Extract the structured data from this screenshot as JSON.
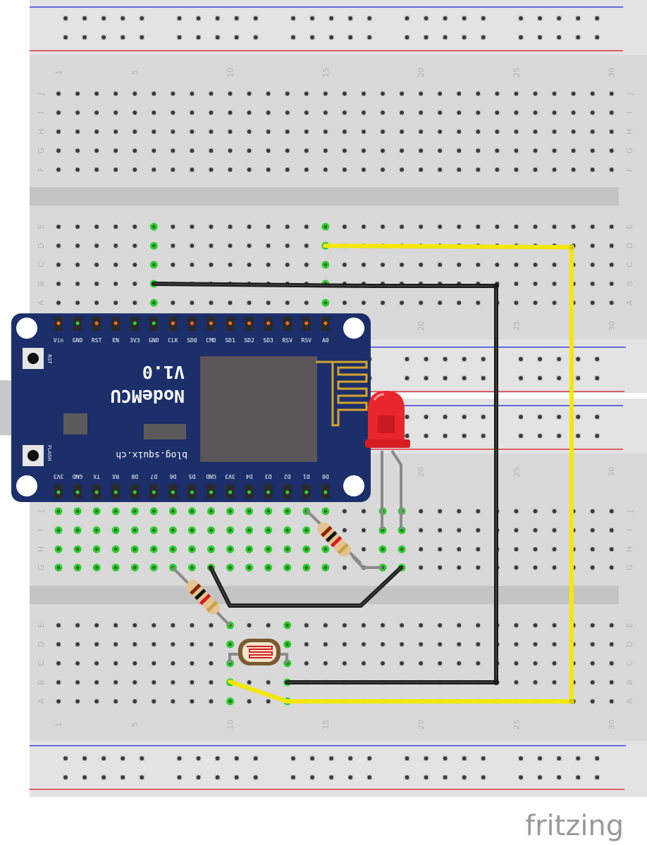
{
  "board": {
    "column_numbers": [
      "1",
      "5",
      "10",
      "15",
      "20",
      "25",
      "30"
    ],
    "row_letters_top": [
      "J",
      "I",
      "H",
      "G",
      "F"
    ],
    "row_letters_bottom": [
      "E",
      "D",
      "C",
      "B",
      "A"
    ]
  },
  "nodemcu": {
    "title": "NodeMCU",
    "version": "V1.0",
    "website": "blog.squix.ch",
    "rst_label": "RST",
    "flash_label": "FLASH",
    "top_pins": [
      "Vin",
      "GND",
      "RST",
      "EN",
      "3V3",
      "GND",
      "CLK",
      "SD0",
      "CMD",
      "SD1",
      "SD2",
      "SD3",
      "RSV",
      "RSV",
      "A0"
    ],
    "bottom_pins": [
      "3V3",
      "GND",
      "TX",
      "RX",
      "D8",
      "D7",
      "D6",
      "D5",
      "GND",
      "3V3",
      "D4",
      "D3",
      "D2",
      "D1",
      "D0"
    ]
  },
  "colors": {
    "wire_black": "#1a1a1a",
    "wire_yellow": "#f5e800",
    "led_red": "#e8262b",
    "board_blue": "#1c2f6b",
    "rail_red": "#d6151b",
    "rail_blue": "#1f1fd6",
    "hole_connected": "#33cc33"
  },
  "brand": {
    "name": "fritzing"
  }
}
